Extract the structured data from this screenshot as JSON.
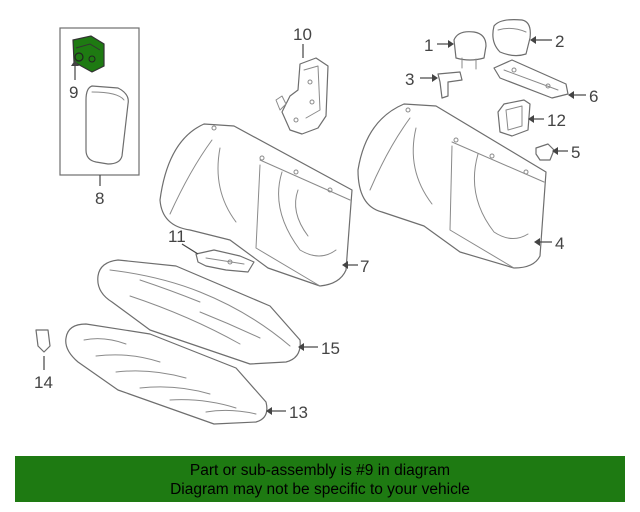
{
  "diagram": {
    "callouts": {
      "c1": "1",
      "c2": "2",
      "c3": "3",
      "c4": "4",
      "c5": "5",
      "c6": "6",
      "c7": "7",
      "c8": "8",
      "c9": "9",
      "c10": "10",
      "c11": "11",
      "c12": "12",
      "c13": "13",
      "c14": "14",
      "c15": "15"
    },
    "highlighted_part": "9",
    "colors": {
      "highlight": "#1e7a12",
      "line": "#6e6e6e"
    }
  },
  "notice": {
    "line1": "Part or sub-assembly is #9 in diagram",
    "line2": "Diagram may not be specific to your vehicle",
    "background": "#1e7a12"
  }
}
